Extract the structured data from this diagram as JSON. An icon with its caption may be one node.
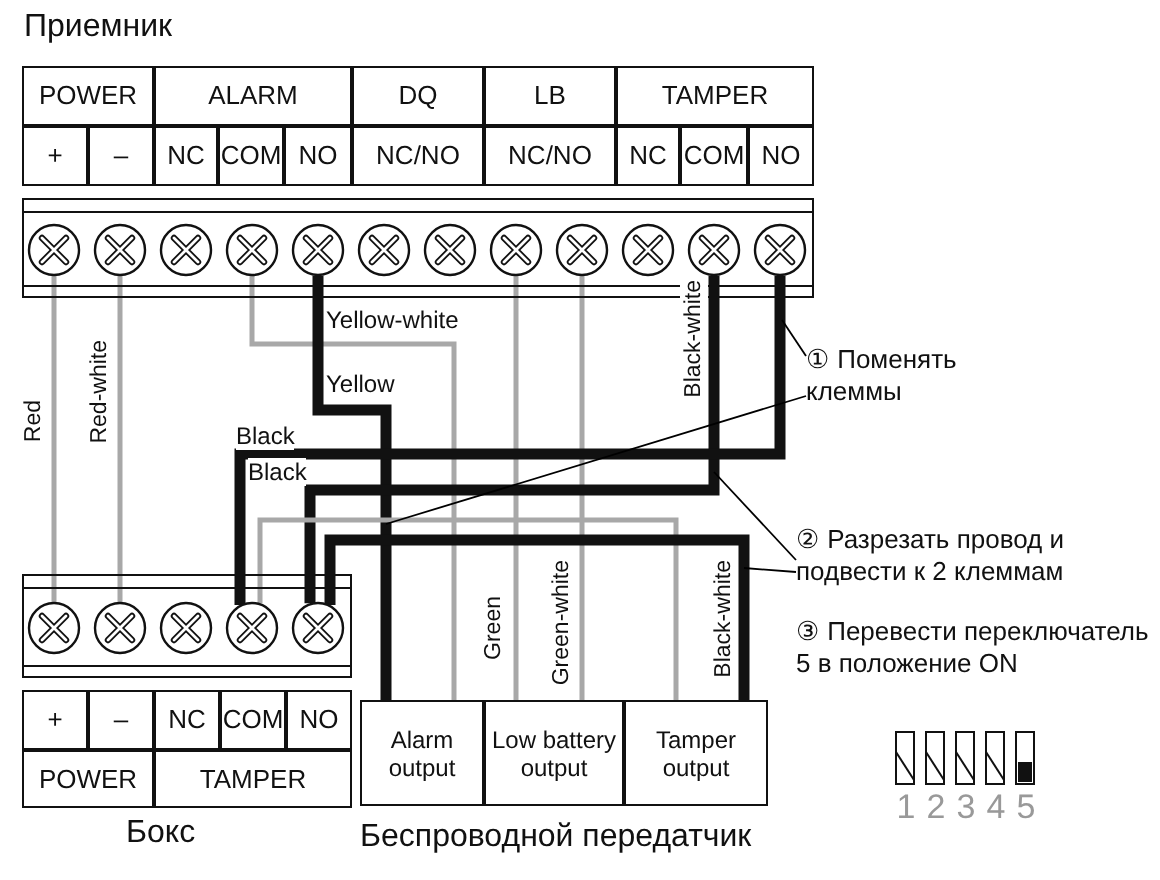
{
  "diagram": {
    "nodes": [
      {
        "text": [
          "Приемник"
        ]
      },
      {
        "text": [],
        "shape": "circle",
        "in": 0
      },
      {
        "text": [],
        "shape": "circle",
        "in": 0
      },
      {
        "text": [],
        "shape": "circle",
        "in": 0
      },
      {
        "text": [],
        "shape": "circle",
        "in": 0
      },
      {
        "text": [],
        "shape": "circle",
        "in": 0
      },
      {
        "text": [],
        "shape": "circle",
        "in": 0
      },
      {
        "text": [],
        "shape": "circle",
        "in": 0
      },
      {
        "text": [],
        "shape": "circle",
        "in": 0
      },
      {
        "text": [],
        "shape": "circle",
        "in": 0
      },
      {
        "text": [],
        "shape": "circle",
        "in": 0
      },
      {
        "text": [],
        "shape": "circle",
        "in": 0
      },
      {
        "text": [],
        "shape": "circle",
        "in": 0
      },
      {
        "text": [
          "Бокс"
        ]
      },
      {
        "text": [],
        "shape": "circle",
        "in": 13
      },
      {
        "text": [],
        "shape": "circle",
        "in": 13
      },
      {
        "text": [],
        "shape": "circle",
        "in": 13
      },
      {
        "text": [],
        "shape": "circle",
        "in": 13
      },
      {
        "text": [],
        "shape": "circle",
        "in": 13
      },
      {
        "text": [
          "Беспроводной передатчик"
        ]
      },
      {
        "text": [
          "Alarm output"
        ],
        "in": 19
      },
      {
        "text": [
          "Low battery output"
        ],
        "in": 19
      },
      {
        "text": [
          "Tamper output"
        ],
        "in": 19
      },
      {
        "text": [
          "① Поменять клеммы"
        ]
      },
      {
        "text": [
          "② Разрезать провод и подвести к 2 клеммам"
        ]
      }
    ],
    "edges": [
      {
        "from": 1,
        "to": 14,
        "arrow": "none",
        "label": "Red"
      },
      {
        "from": 2,
        "to": 15,
        "arrow": "none",
        "label": "Red-white"
      },
      {
        "from": 4,
        "to": 20,
        "arrow": "none",
        "label": "Yellow-white"
      },
      {
        "from": 5,
        "to": 20,
        "arrow": "none",
        "label": "Yellow",
        "style": "thick",
        "color": "#111111"
      },
      {
        "from": 8,
        "to": 21,
        "arrow": "none",
        "label": "Green"
      },
      {
        "from": 9,
        "to": 21,
        "arrow": "none",
        "label": "Green-white"
      },
      {
        "from": 11,
        "to": 18,
        "arrow": "none",
        "label": "Black-white",
        "style": "thick",
        "color": "#111111"
      },
      {
        "from": 12,
        "to": 17,
        "arrow": "none",
        "label": "Black",
        "style": "thick",
        "color": "#111111"
      },
      {
        "from": 17,
        "to": 22,
        "arrow": "none"
      },
      {
        "from": 18,
        "to": 22,
        "arrow": "none",
        "label": "Black-white",
        "style": "thick",
        "color": "#111111"
      },
      {
        "from": 23,
        "to": null,
        "arrow": "none",
        "color": "#000000"
      },
      {
        "from": 23,
        "to": null,
        "arrow": "none",
        "color": "#000000"
      },
      {
        "from": 24,
        "to": null,
        "arrow": "none",
        "color": "#000000"
      },
      {
        "from": 24,
        "to": null,
        "arrow": "none",
        "color": "#000000"
      }
    ],
    "labels": [
      "POWER",
      "ALARM",
      "DQ",
      "LB",
      "TAMPER",
      "+",
      "–",
      "NC",
      "COM",
      "NO",
      "NC/NO",
      "NC/NO",
      "NC",
      "COM",
      "NO",
      "+",
      "–",
      "NC",
      "COM",
      "NO",
      "POWER",
      "TAMPER",
      "Black",
      "③ Перевести переключатель 5 в положение ON",
      "1",
      "2",
      "3",
      "4",
      "5"
    ]
  }
}
